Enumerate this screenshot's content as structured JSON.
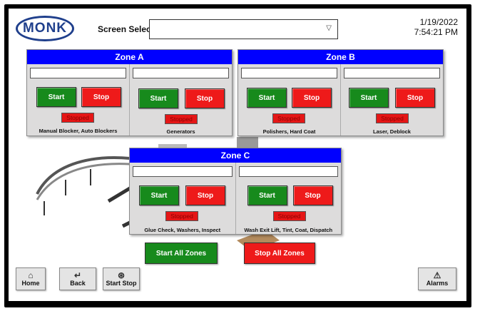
{
  "header": {
    "logo_text": "MONK",
    "screen_select_label": "Screen Select",
    "screen_select_value": "",
    "date": "1/19/2022",
    "time": "7:54:21 PM"
  },
  "zones": [
    {
      "title": "Zone A",
      "subzones": [
        {
          "start_label": "Start",
          "stop_label": "Stop",
          "status": "Stopped",
          "name": "Manual Blocker, Auto Blockers"
        },
        {
          "start_label": "Start",
          "stop_label": "Stop",
          "status": "Stopped",
          "name": "Generators"
        }
      ]
    },
    {
      "title": "Zone B",
      "subzones": [
        {
          "start_label": "Start",
          "stop_label": "Stop",
          "status": "Stopped",
          "name": "Polishers, Hard Coat"
        },
        {
          "start_label": "Start",
          "stop_label": "Stop",
          "status": "Stopped",
          "name": "Laser, Deblock"
        }
      ]
    },
    {
      "title": "Zone C",
      "subzones": [
        {
          "start_label": "Start",
          "stop_label": "Stop",
          "status": "Stopped",
          "name": "Glue Check, Washers, Inspect"
        },
        {
          "start_label": "Start",
          "stop_label": "Stop",
          "status": "Stopped",
          "name": "Wash Exit Lift, Tint, Coat, Dispatch"
        }
      ]
    }
  ],
  "all_zones": {
    "start_label": "Start All Zones",
    "stop_label": "Stop All Zones"
  },
  "nav": {
    "home": {
      "label": "Home",
      "icon": "home-icon"
    },
    "back": {
      "label": "Back",
      "icon": "back-icon"
    },
    "start_stop": {
      "label": "Start Stop",
      "icon": "start-stop-icon"
    },
    "alarms": {
      "label": "Alarms",
      "icon": "alarm-icon"
    }
  },
  "colors": {
    "zone_header": "#0000ff",
    "start": "#178a1c",
    "stop": "#ee1a1a",
    "logo": "#1f3f8c"
  }
}
